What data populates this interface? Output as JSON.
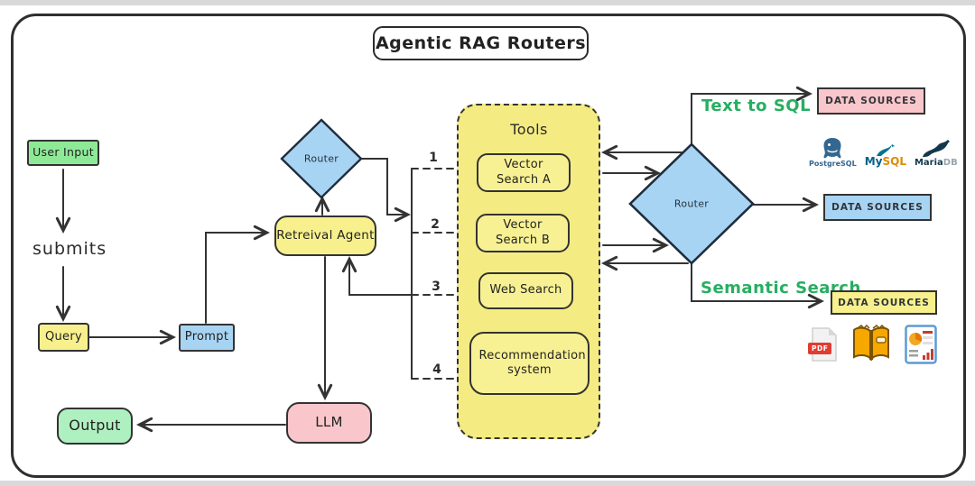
{
  "title": "Agentic RAG Routers",
  "nodes": {
    "user_input": "User Input",
    "submits_label": "submits",
    "query": "Query",
    "prompt": "Prompt",
    "retrieval_agent": "Retreival Agent",
    "small_router": "Router",
    "big_router": "Router",
    "llm": "LLM",
    "output": "Output"
  },
  "tools": {
    "title": "Tools",
    "items": [
      {
        "num": "1",
        "label": "Vector Search A"
      },
      {
        "num": "2",
        "label": "Vector Search B"
      },
      {
        "num": "3",
        "label": "Web Search"
      },
      {
        "num": "4",
        "label": "Recommendation system"
      }
    ]
  },
  "routes": {
    "text_to_sql": "Text to SQL",
    "semantic_search": "Semantic Search"
  },
  "data_sources": {
    "sql": "DATA SOURCES",
    "generic": "DATA SOURCES",
    "semantic": "DATA SOURCES"
  },
  "databases": [
    {
      "label": "PostgreSQL"
    },
    {
      "label": "MySQL",
      "part1": "My",
      "part2": "SQL"
    },
    {
      "label": "MariaDB",
      "part1": "Maria",
      "part2": "DB"
    }
  ],
  "file_icons": {
    "pdf_badge": "PDF",
    "names": [
      "pdf-document-icon",
      "book-icon",
      "report-chart-icon"
    ]
  },
  "colors": {
    "green_box": "#8ee997",
    "mint_box": "#aff0c0",
    "yellow_box": "#f7f08d",
    "tools_yellow": "#f4ec82",
    "blue_box": "#a8d4f3",
    "pink_box": "#f9c6cb",
    "route_label_green": "#27ae60",
    "line_stroke": "#333333"
  }
}
